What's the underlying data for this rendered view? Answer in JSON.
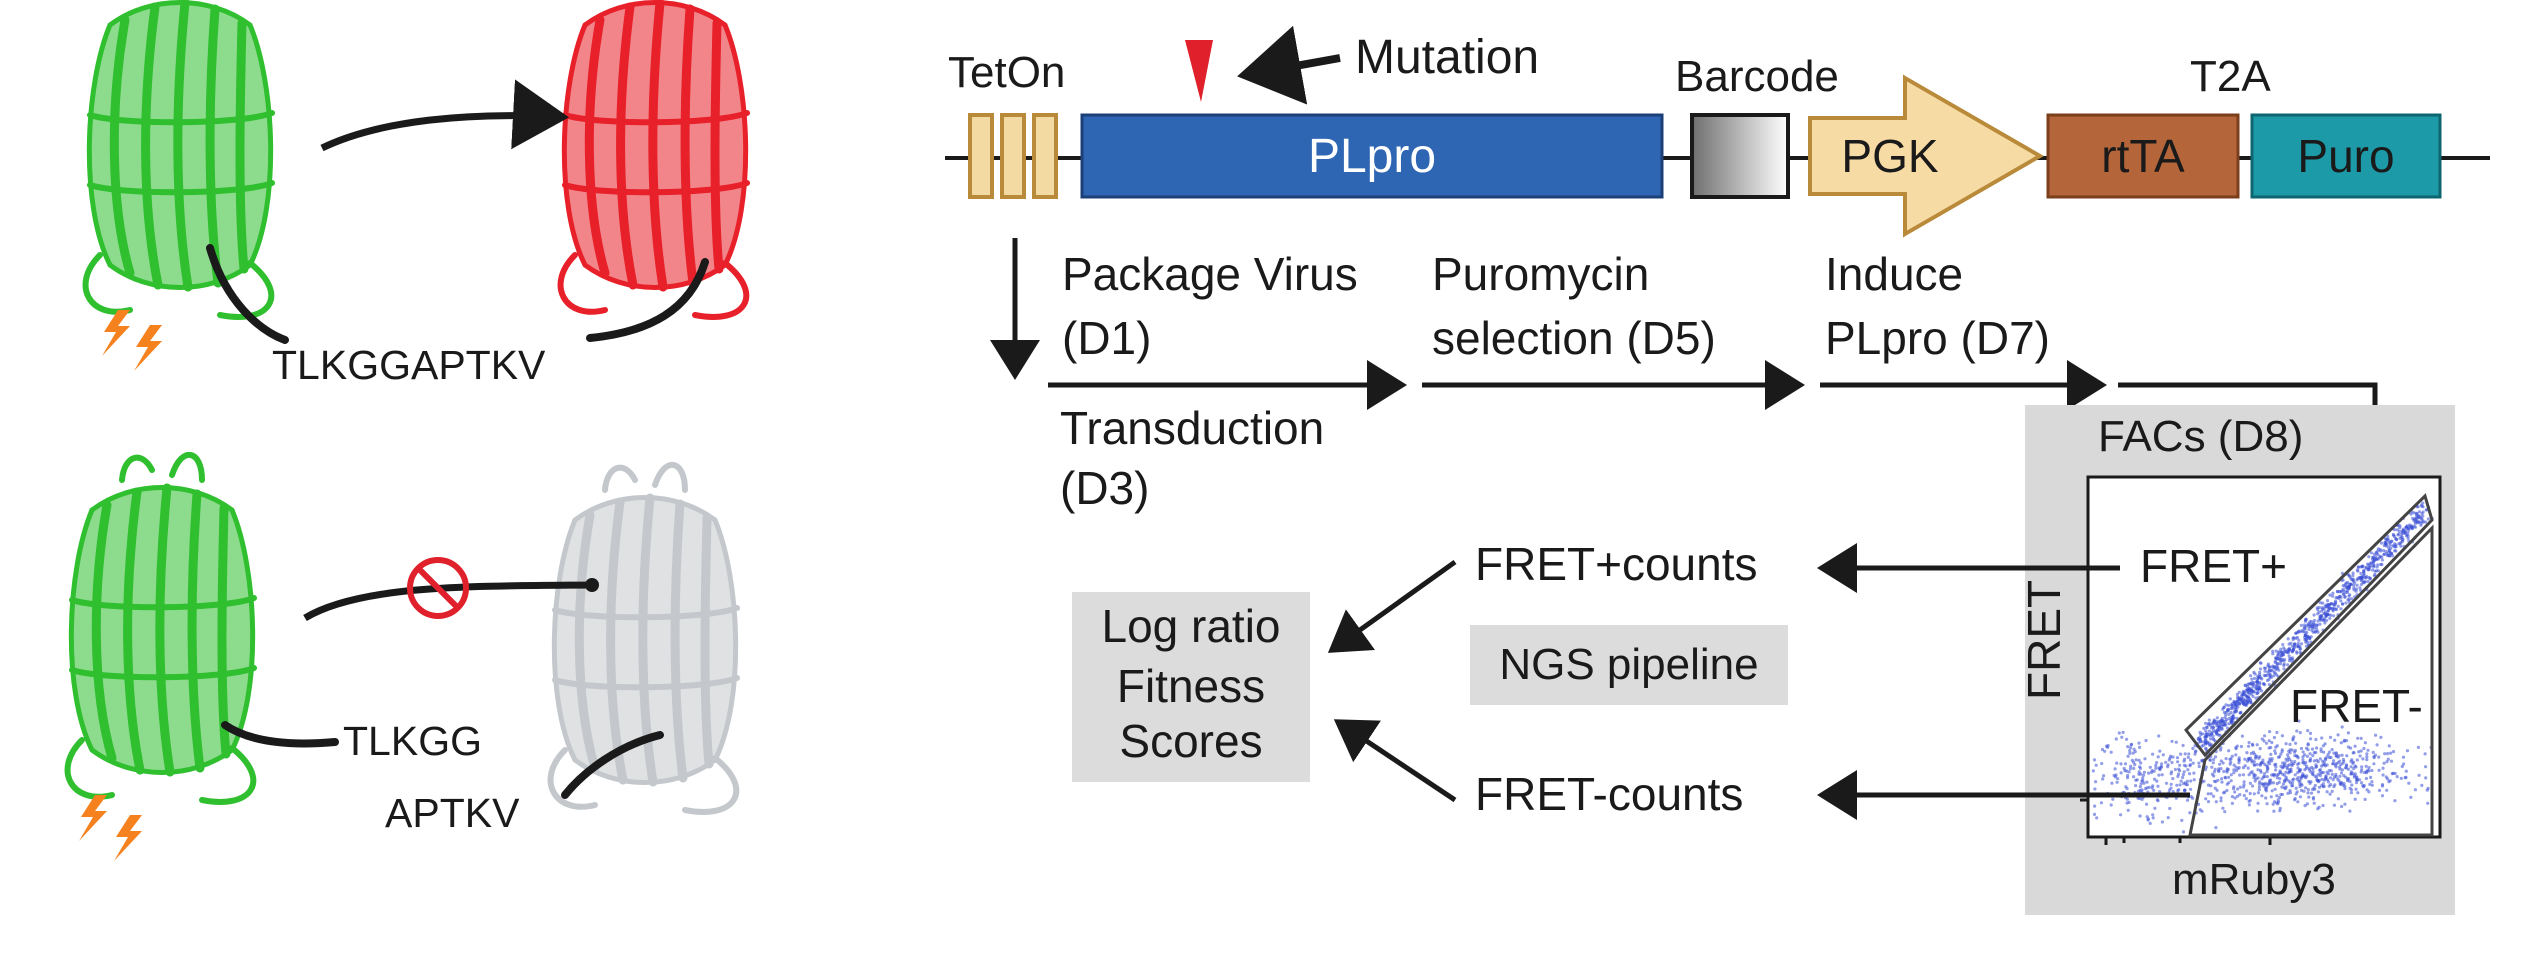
{
  "colors": {
    "gfp_green": "#2fbf2f",
    "rfp_red": "#e8202a",
    "cleaved_grey": "#c4c8cc",
    "bolt_orange": "#f5821f",
    "plpro_blue": "#2e66b3",
    "tet_tan": "#f3d9a2",
    "pgk_tan": "#f6dba4",
    "rtta_brown": "#b5653a",
    "puro_teal": "#1c9aa8",
    "inhibit_red": "#e0202a",
    "panel_grey": "#d9d9d9",
    "scatter_blue": "#3a4fd6"
  },
  "left": {
    "top_peptide": "TLKGGAPTKV",
    "bottom_peptide_left": "TLKGG",
    "bottom_peptide_right": "APTKV"
  },
  "construct": {
    "teton": "TetOn",
    "mutation": "Mutation",
    "plpro": "PLpro",
    "barcode": "Barcode",
    "pgk": "PGK",
    "t2a": "T2A",
    "rtta": "rtTA",
    "puro": "Puro"
  },
  "workflow": {
    "step1_line1": "Package Virus",
    "step1_line2": "(D1)",
    "step2_line1": "Transduction",
    "step2_line2": "(D3)",
    "step3_line1": "Puromycin",
    "step3_line2": "selection (D5)",
    "step4_line1": "Induce",
    "step4_line2": "PLpro (D7)",
    "facs": "FACs (D8)",
    "fret_pos_counts": "FRET+counts",
    "fret_neg_counts": "FRET-counts",
    "ngs": "NGS pipeline",
    "score_line1": "Log ratio",
    "score_line2": "Fitness",
    "score_line3": "Scores"
  },
  "facs_plot": {
    "y_axis": "FRET",
    "x_axis": "mRuby3",
    "gate_pos": "FRET+",
    "gate_neg": "FRET-"
  }
}
